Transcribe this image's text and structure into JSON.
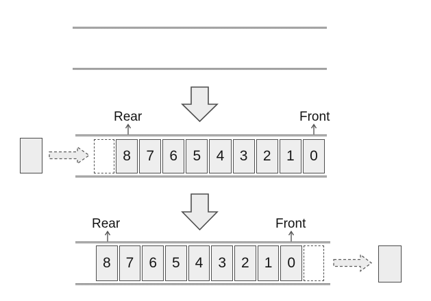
{
  "stages": {
    "empty": {
      "name": "empty-queue"
    },
    "enqueue": {
      "rear_label": "Rear",
      "front_label": "Front",
      "cells": [
        "8",
        "7",
        "6",
        "5",
        "4",
        "3",
        "2",
        "1",
        "0"
      ]
    },
    "dequeue": {
      "rear_label": "Rear",
      "front_label": "Front",
      "cells": [
        "8",
        "7",
        "6",
        "5",
        "4",
        "3",
        "2",
        "1",
        "0"
      ]
    }
  },
  "icons": {
    "step_arrow": "down-block-arrow",
    "enqueue_arrow": "dashed-right-arrow",
    "dequeue_arrow": "dashed-right-arrow",
    "pointer": "up-thin-arrow"
  },
  "colors": {
    "cell_fill": "#eeeeee",
    "cell_border": "#4e4e4e",
    "track_line": "#7c7c7c",
    "block_arrow_fill": "#ececec",
    "block_arrow_border": "#4d4d4d",
    "text": "#111111"
  }
}
